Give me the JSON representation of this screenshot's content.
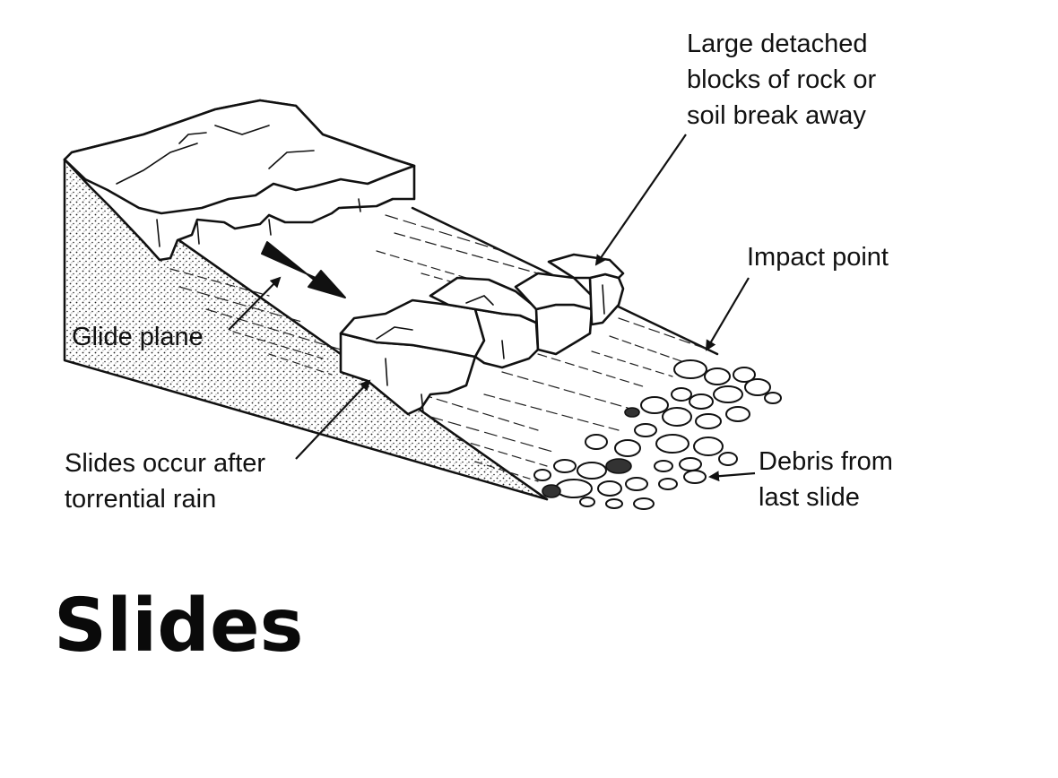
{
  "title": "Slides",
  "labels": {
    "detached_blocks": [
      "Large detached",
      "blocks of rock or",
      "soil break away"
    ],
    "impact_point": "Impact point",
    "glide_plane": "Glide plane",
    "slides_occur": [
      "Slides occur after",
      "torrential rain"
    ],
    "debris": [
      "Debris from",
      "last slide"
    ]
  },
  "colors": {
    "ink": "#111111",
    "background": "#ffffff"
  }
}
